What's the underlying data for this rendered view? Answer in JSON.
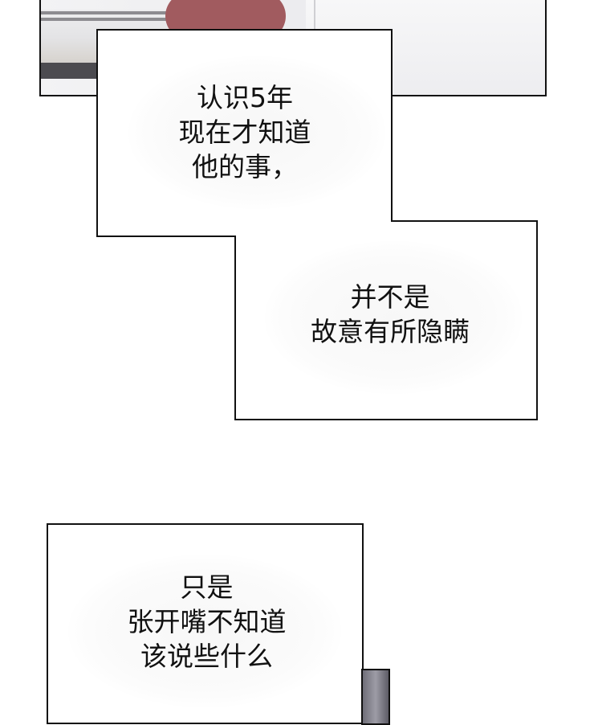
{
  "captions": {
    "first": [
      "认识5年",
      "现在才知道",
      "他的事，"
    ],
    "second": [
      "并不是",
      "故意有所隐瞒"
    ],
    "third": [
      "只是",
      "张开嘴不知道",
      "该说些什么"
    ]
  }
}
